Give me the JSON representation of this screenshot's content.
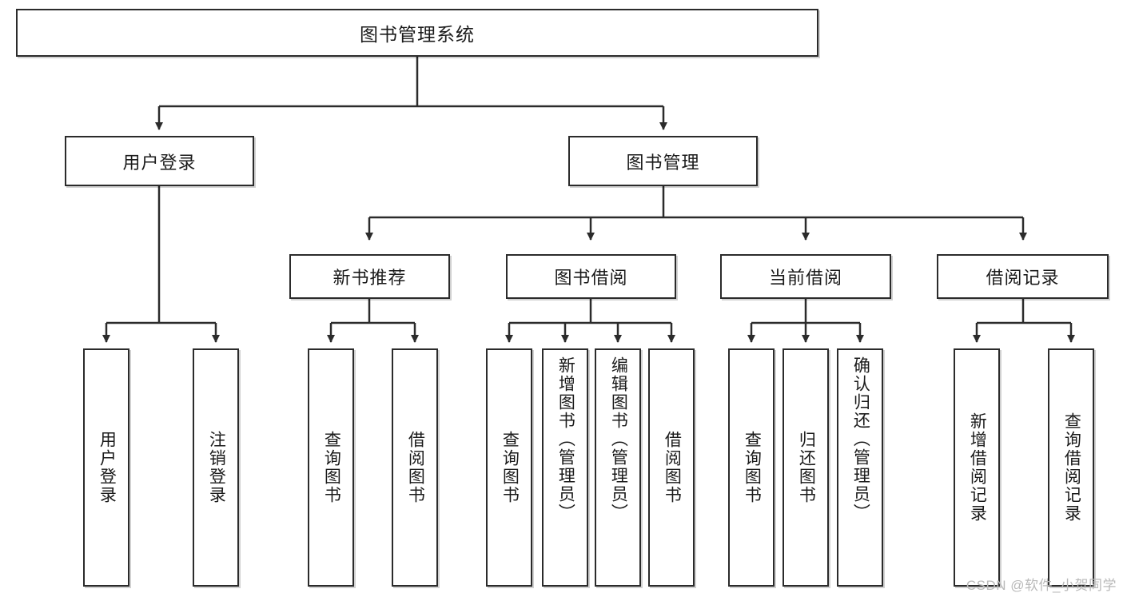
{
  "diagram": {
    "type": "tree",
    "title": "图书管理系统",
    "root": {
      "label": "图书管理系统"
    },
    "level2": [
      {
        "label": "用户登录"
      },
      {
        "label": "图书管理"
      }
    ],
    "level3": [
      {
        "label": "新书推荐"
      },
      {
        "label": "图书借阅"
      },
      {
        "label": "当前借阅"
      },
      {
        "label": "借阅记录"
      }
    ],
    "leaves": {
      "user_login": [
        {
          "label": "用户登录"
        },
        {
          "label": "注销登录"
        }
      ],
      "new_book_rec": [
        {
          "label": "查询图书"
        },
        {
          "label": "借阅图书"
        }
      ],
      "book_borrow": [
        {
          "label": "查询图书"
        },
        {
          "label": "新增图书（管理员）"
        },
        {
          "label": "编辑图书（管理员）"
        },
        {
          "label": "借阅图书"
        }
      ],
      "current_borrow": [
        {
          "label": "查询图书"
        },
        {
          "label": "归还图书"
        },
        {
          "label": "确认归还（管理员）"
        }
      ],
      "borrow_record": [
        {
          "label": "新增借阅记录"
        },
        {
          "label": "查询借阅记录"
        }
      ]
    }
  },
  "watermark": {
    "text": "CSDN @软件_小贺同学"
  },
  "colors": {
    "stroke": "#2b2b2b",
    "fill": "#ffffff",
    "text": "#1a1a1a",
    "watermark": "#b9b9b9"
  }
}
